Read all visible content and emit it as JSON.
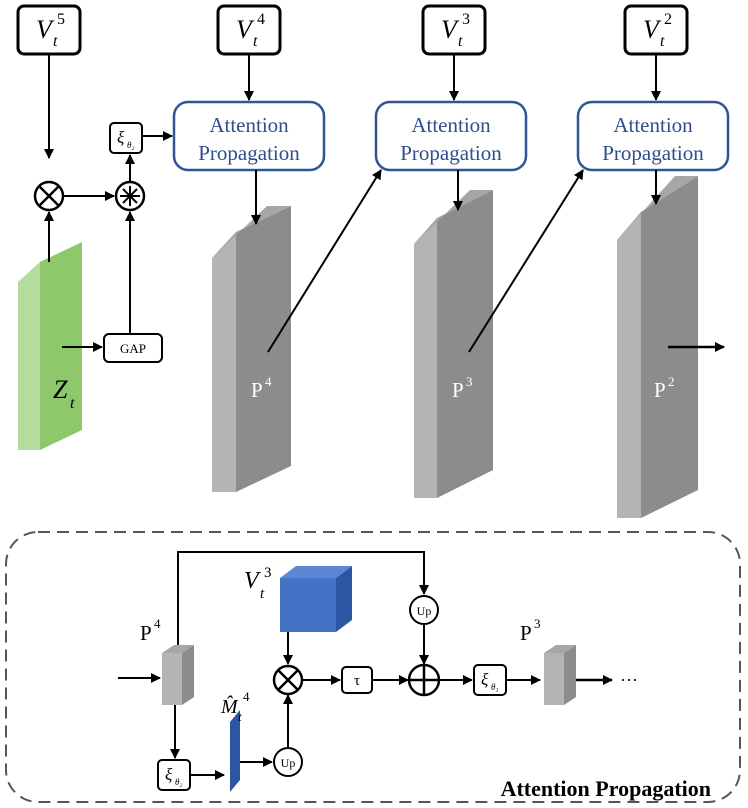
{
  "v_blocks": [
    {
      "symbol": "V",
      "subscript": "t",
      "superscript": "5"
    },
    {
      "symbol": "V",
      "subscript": "t",
      "superscript": "4"
    },
    {
      "symbol": "V",
      "subscript": "t",
      "superscript": "3"
    },
    {
      "symbol": "V",
      "subscript": "t",
      "superscript": "2"
    }
  ],
  "attention_label_line1": "Attention",
  "attention_label_line2": "Propagation",
  "xi_symbol": "ξ",
  "xi_subscripts": {
    "theta2": "θ₂",
    "theta1": "θ₁"
  },
  "multiply_symbol": "⊗",
  "conv_symbol": "⊛",
  "gap_label": "GAP",
  "z_label": {
    "symbol": "Z",
    "subscript": "t"
  },
  "p_labels": [
    {
      "symbol": "P",
      "superscript": "4"
    },
    {
      "symbol": "P",
      "superscript": "3"
    },
    {
      "symbol": "P",
      "superscript": "2"
    }
  ],
  "detail": {
    "title": "Attention Propagation",
    "input_label": {
      "symbol": "P",
      "superscript": "4"
    },
    "output_label": {
      "symbol": "P",
      "superscript": "3"
    },
    "v_label": {
      "symbol": "V",
      "subscript": "t",
      "superscript": "3"
    },
    "m_label": {
      "symbol": "M̂",
      "subscript": "t",
      "superscript": "4"
    },
    "up_label": "Up",
    "tau_label": "τ",
    "ellipsis": "···"
  },
  "colors": {
    "green_front": "#8dc86a",
    "green_side": "#b5dc9c",
    "gray_front": "#8c8c8c",
    "gray_side": "#b4b4b4",
    "gray_top": "#a6a6a6",
    "blue_box": "#4472c4",
    "blue_dark": "#2c55a3",
    "attention_border": "#2f5597"
  }
}
